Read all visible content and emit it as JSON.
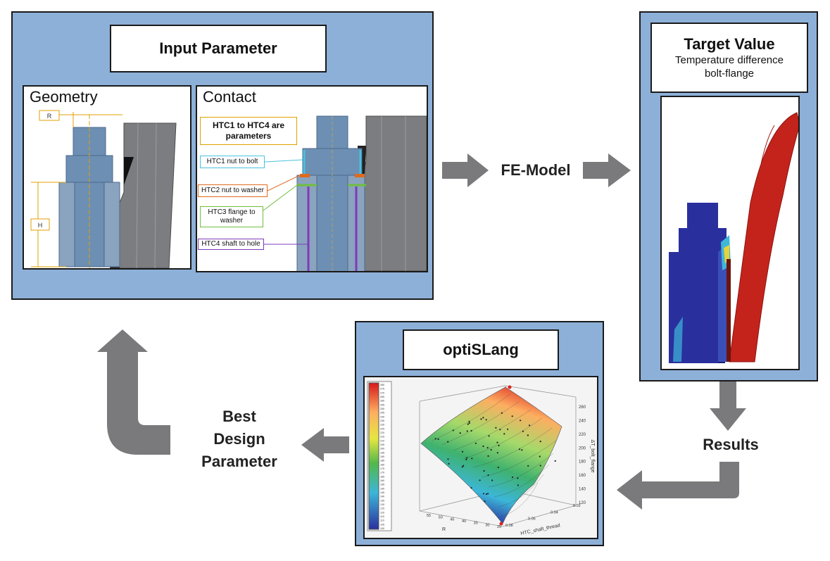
{
  "input_panel": {
    "title": "Input Parameter",
    "geometry": {
      "label": "Geometry",
      "dim_r": "R",
      "dim_h": "H"
    },
    "contact": {
      "label": "Contact",
      "note": "HTC1 to HTC4 are parameters",
      "callouts": [
        "HTC1 nut to bolt",
        "HTC2 nut to washer",
        "HTC3 flange to washer",
        "HTC4 shaft to hole"
      ]
    }
  },
  "fe_model_label": "FE-Model",
  "target_panel": {
    "title": "Target Value",
    "subtitle_line1": "Temperature difference",
    "subtitle_line2": "bolt-flange"
  },
  "results_label": "Results",
  "optislang_panel": {
    "title": "optiSLang",
    "plot": {
      "colorbar_ticks": [
        "280",
        "275",
        "270",
        "265",
        "260",
        "255",
        "250",
        "245",
        "240",
        "235",
        "230",
        "225",
        "220",
        "215",
        "210",
        "205",
        "200",
        "195",
        "190",
        "185",
        "180",
        "175",
        "170",
        "165",
        "160",
        "155",
        "150",
        "145",
        "140",
        "135",
        "130",
        "125",
        "120",
        "115",
        "110",
        "105",
        "100"
      ],
      "z_ticks": [
        "260",
        "240",
        "220",
        "200",
        "180",
        "160",
        "140",
        "120"
      ],
      "z_label": "ΔT_bolt_flange",
      "x_ticks": [
        "0.08",
        "0.06",
        "0.04",
        "0.02"
      ],
      "x_label": "HTC_shaft_thread",
      "y_ticks": [
        "55",
        "50",
        "45",
        "40",
        "35",
        "30",
        "25"
      ],
      "y_label": "R"
    }
  },
  "best_design_label": {
    "line1": "Best",
    "line2": "Design",
    "line3": "Parameter"
  },
  "colors": {
    "panel": "#8db0d8",
    "arrow": "#7a7a7c",
    "bolt": "#6d8fb3",
    "flange": "#7b7d80",
    "hot": "#c4231b",
    "cold": "#2a2f9e"
  }
}
